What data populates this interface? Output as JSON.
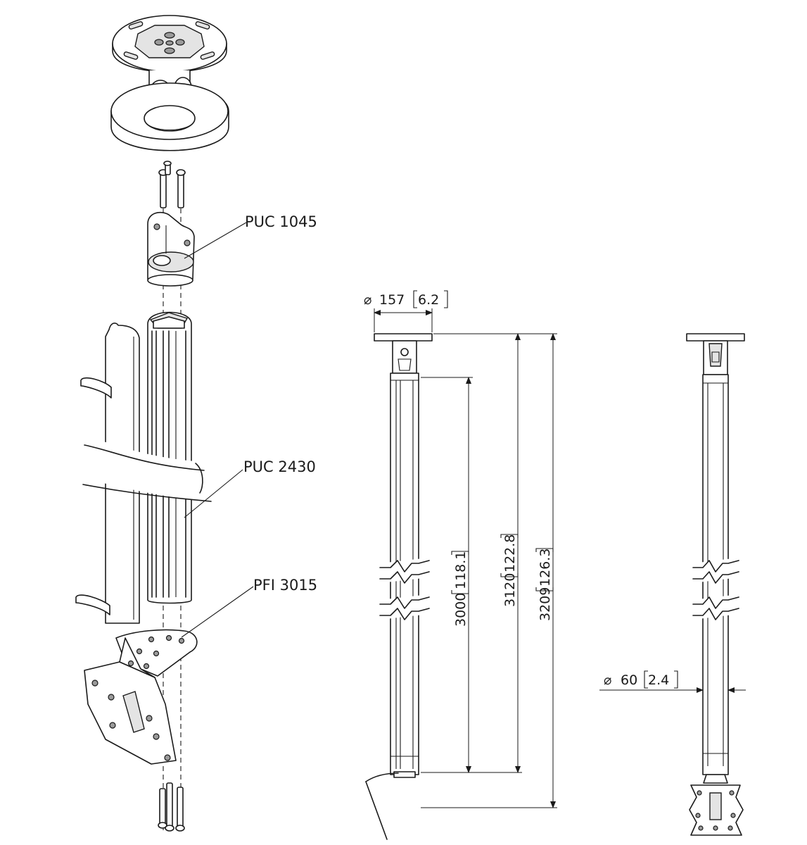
{
  "callouts": {
    "puc1045": "PUC 1045",
    "puc2430": "PUC 2430",
    "pfi3015": "PFI 3015"
  },
  "dimensions": {
    "plate_diameter": {
      "symbol": "⌀",
      "mm": "157",
      "inch": "6.2"
    },
    "tube_diameter": {
      "symbol": "⌀",
      "mm": "60",
      "inch": "2.4"
    },
    "tube_length": {
      "mm": "3000",
      "inch": "118.1"
    },
    "mount_length": {
      "mm": "3120",
      "inch": "122.8"
    },
    "total_length": {
      "mm": "3209",
      "inch": "126.3"
    }
  }
}
